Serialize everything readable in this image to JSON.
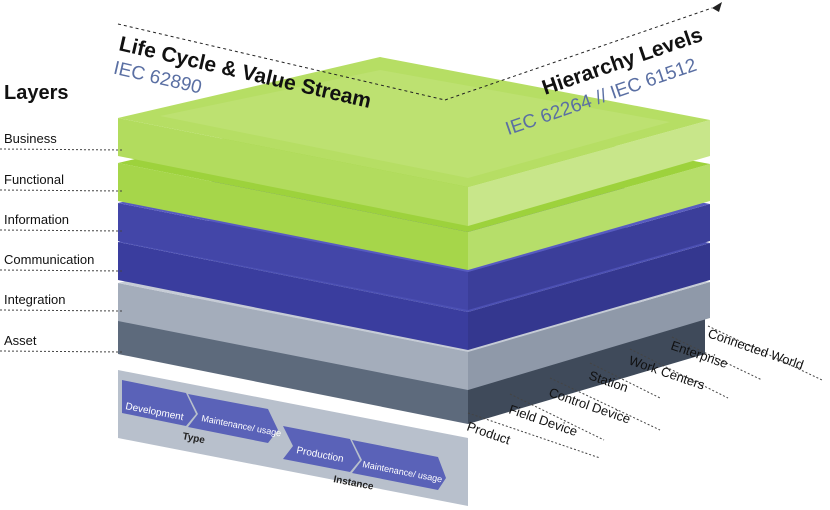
{
  "left_heading": "Layers",
  "layers": [
    {
      "label": "Business",
      "color": "#b9de6a"
    },
    {
      "label": "Functional",
      "color": "#9fd340"
    },
    {
      "label": "Information",
      "color": "#4b4eb0"
    },
    {
      "label": "Communication",
      "color": "#3f42a6"
    },
    {
      "label": "Integration",
      "color": "#a9b2bf"
    },
    {
      "label": "Asset",
      "color": "#6b7889"
    }
  ],
  "axis_lifecycle": {
    "title": "Life Cycle & Value Stream",
    "standard": "IEC 62890"
  },
  "axis_hierarchy": {
    "title": "Hierarchy Levels",
    "standard": "IEC 62264 // IEC 61512"
  },
  "hierarchy_levels": [
    "Connected World",
    "Enterprise",
    "Work Centers",
    "Station",
    "Control Device",
    "Field Device",
    "Product"
  ],
  "lifecycle": {
    "type_label": "Type",
    "instance_label": "Instance",
    "steps": [
      "Development",
      "Maintenance/ usage",
      "Production",
      "Maintenance/ usage"
    ]
  },
  "colors": {
    "accent_blue": "#5a6fa3",
    "chevron": "#5a62b8",
    "band_bg": "#b8c0cc"
  }
}
